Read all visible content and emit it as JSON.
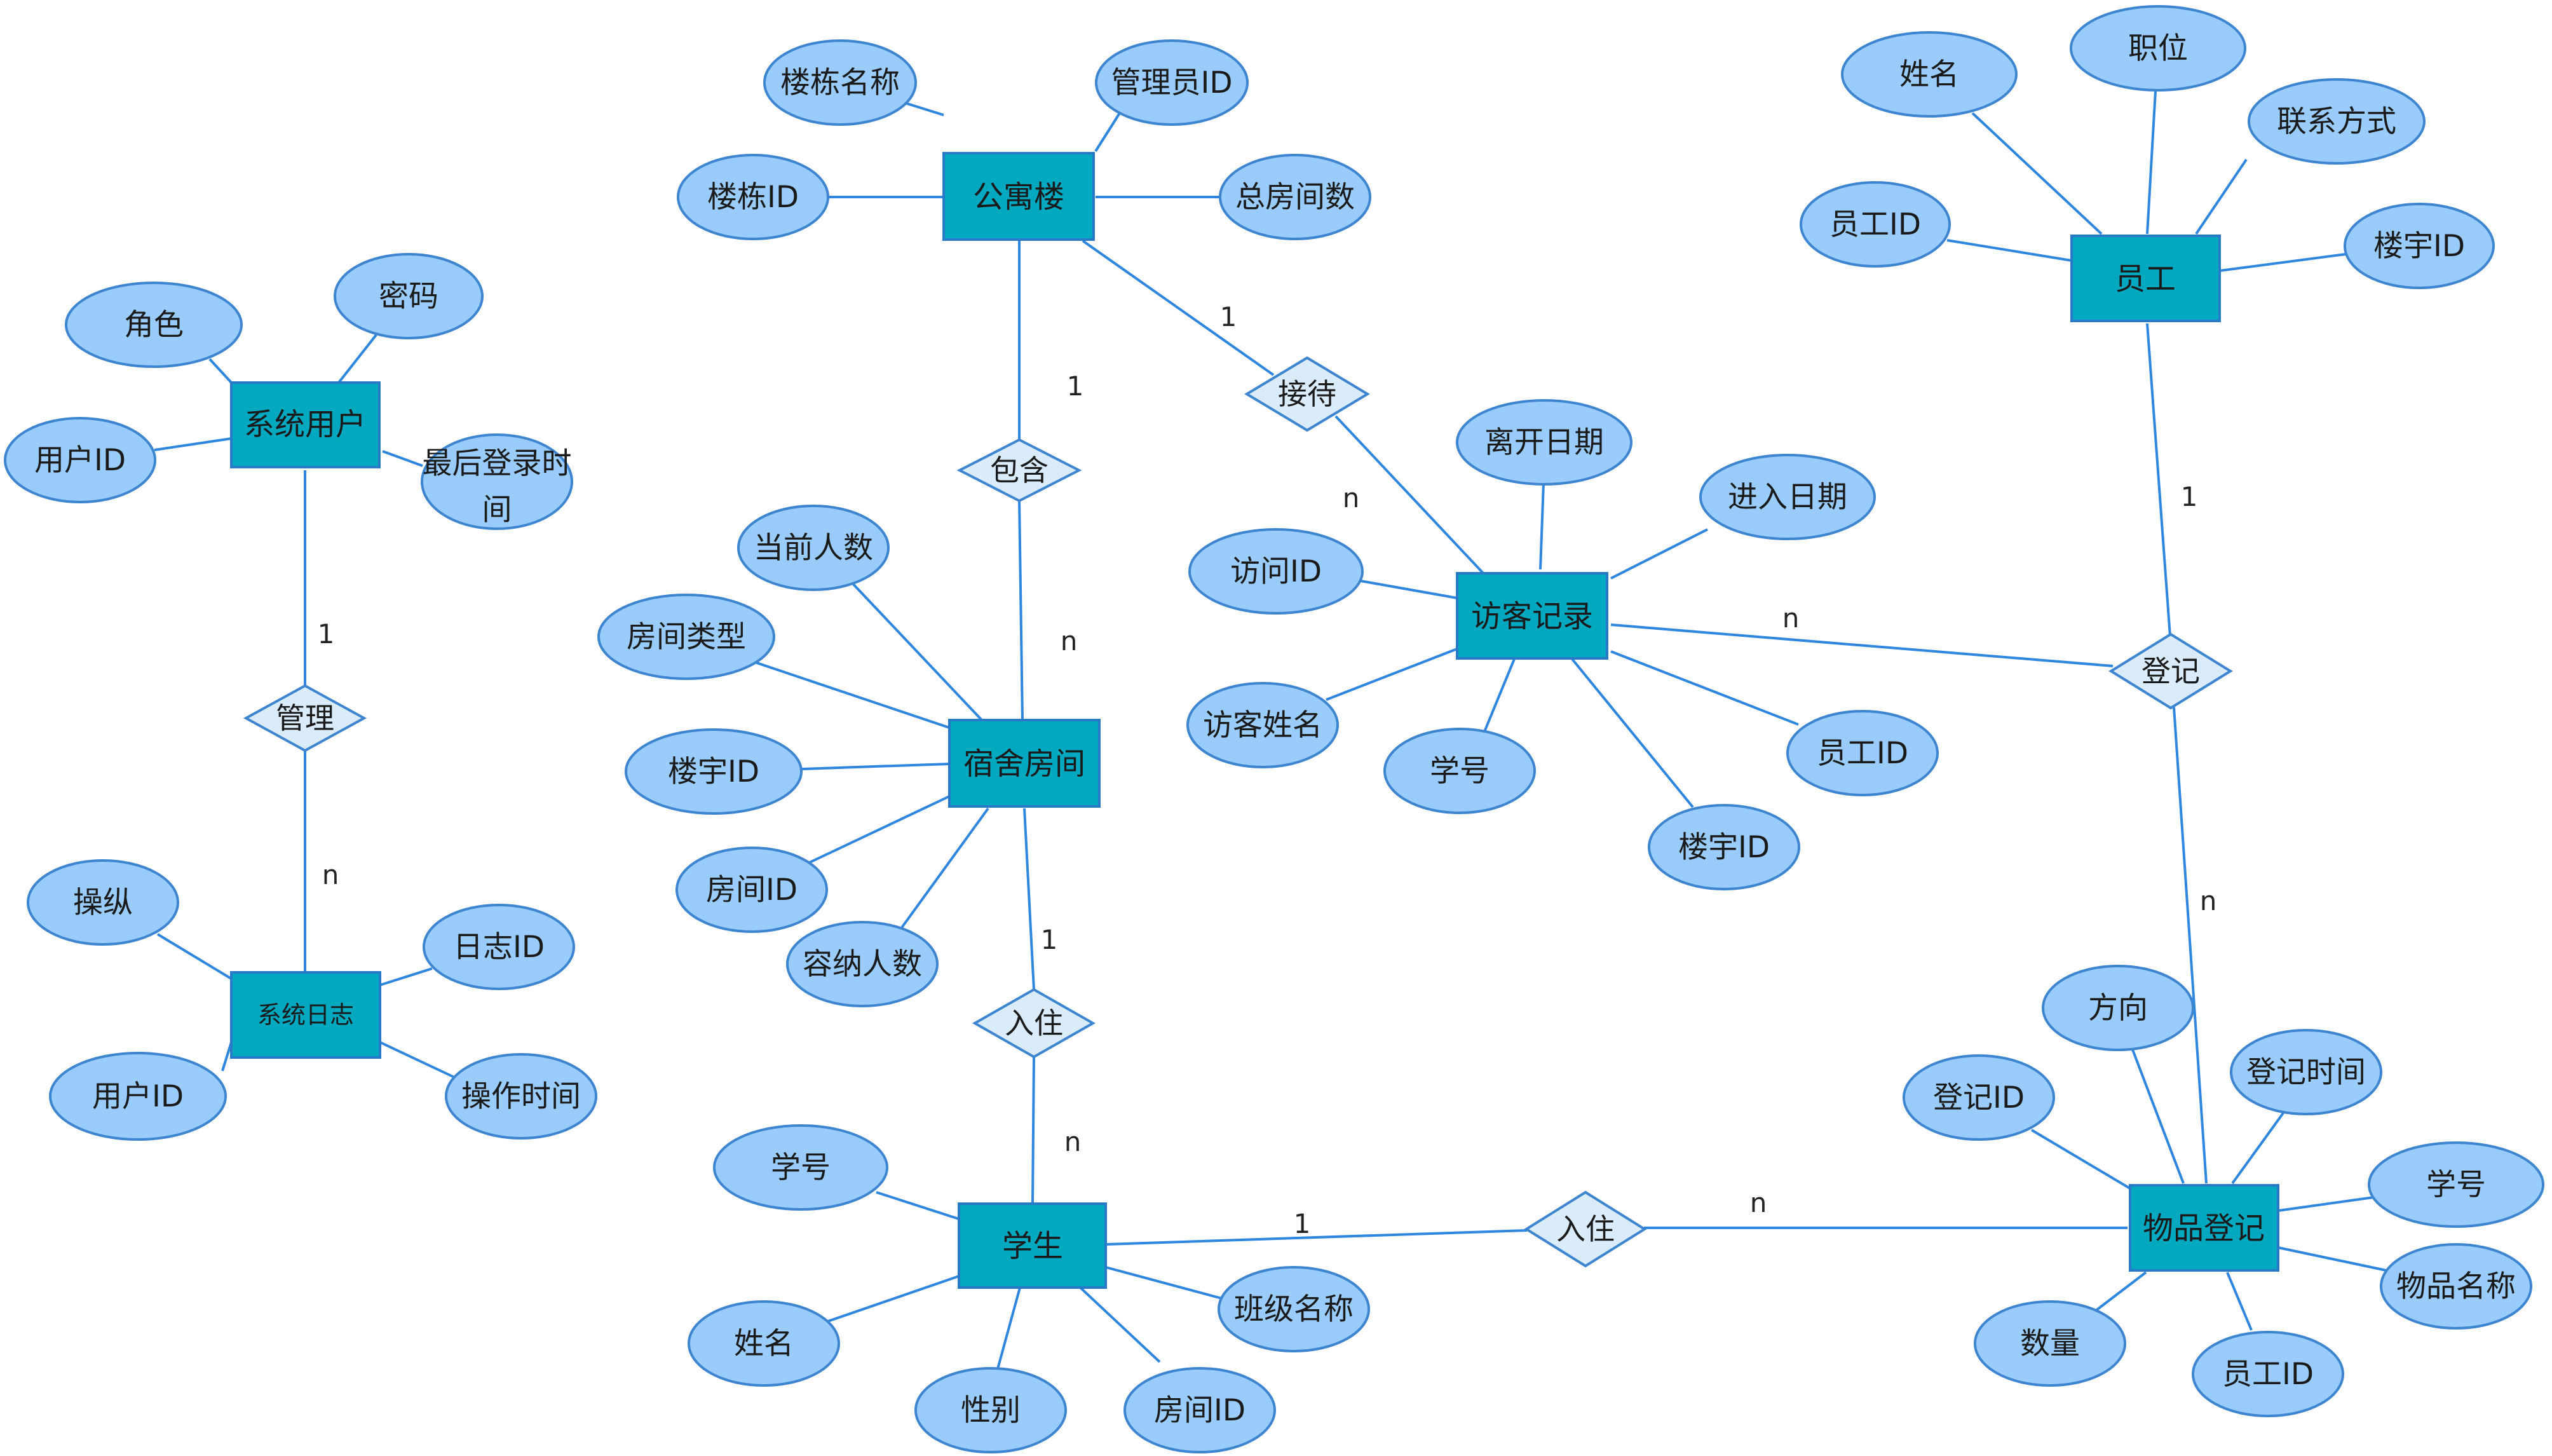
{
  "colors": {
    "entity_fill": "#00A8C0",
    "entity_stroke": "#2979C9",
    "attribute_fill": "#99CCFA",
    "attribute_stroke": "#3D85D0",
    "relationship_fill": "#DAEBFA",
    "relationship_stroke": "#3D85D0",
    "line": "#2E86DE"
  },
  "entities": {
    "apartment": "公寓楼",
    "room": "宿舍房间",
    "student": "学生",
    "sysuser": "系统用户",
    "syslog": "系统日志",
    "visitor": "访客记录",
    "employee": "员工",
    "item": "物品登记"
  },
  "relationships": {
    "include": "包含",
    "receive": "接待",
    "manage": "管理",
    "checkin_room": "入住",
    "checkin_item": "入住",
    "register": "登记"
  },
  "attributes": {
    "apartment": {
      "name": "楼栋名称",
      "admin_id": "管理员ID",
      "id": "楼栋ID",
      "rooms": "总房间数"
    },
    "sysuser": {
      "role": "角色",
      "password": "密码",
      "id": "用户ID",
      "last_login": "最后登录时",
      "last_login_2": "间"
    },
    "syslog": {
      "action": "操纵",
      "id": "日志ID",
      "user_id": "用户ID",
      "time": "操作时间"
    },
    "room": {
      "current": "当前人数",
      "type": "房间类型",
      "building_id": "楼宇ID",
      "id": "房间ID",
      "capacity": "容纳人数"
    },
    "student": {
      "id": "学号",
      "name": "姓名",
      "gender": "性别",
      "room_id": "房间ID",
      "class": "班级名称"
    },
    "visitor": {
      "leave": "离开日期",
      "enter": "进入日期",
      "id": "访问ID",
      "name": "访客姓名",
      "student_id": "学号",
      "employee_id": "员工ID",
      "building_id": "楼宇ID"
    },
    "employee": {
      "name": "姓名",
      "title": "职位",
      "contact": "联系方式",
      "id": "员工ID",
      "building_id": "楼宇ID"
    },
    "item": {
      "direction": "方向",
      "reg_id": "登记ID",
      "reg_time": "登记时间",
      "student_id": "学号",
      "name": "物品名称",
      "qty": "数量",
      "employee_id": "员工ID"
    }
  },
  "cardinalities": {
    "apt_include": "1",
    "include_room": "n",
    "apt_receive": "1",
    "receive_visitor": "n",
    "sysuser_manage": "1",
    "manage_syslog": "n",
    "room_checkin": "1",
    "checkin_student": "n",
    "student_checkin2": "1",
    "checkin2_item": "n",
    "visitor_register": "n",
    "employee_register": "1",
    "register_item": "n"
  }
}
